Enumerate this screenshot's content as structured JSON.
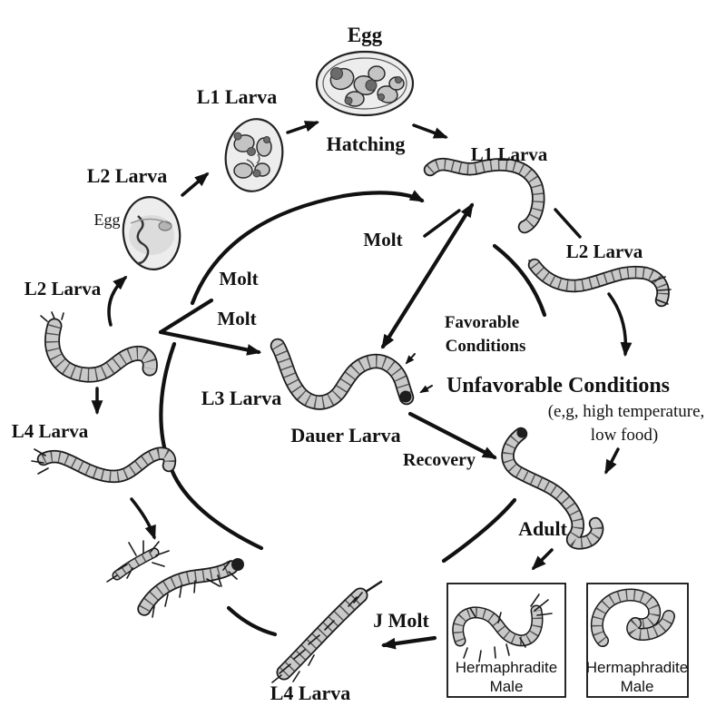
{
  "labels": {
    "egg_title": "Egg",
    "l1_larva_top": "L1 Larva",
    "hatching": "Hatching",
    "l1_larva_right": "L1 Larva",
    "l2_larva_right": "L2 Larva",
    "l2_larva_upper_left": "L2 Larva",
    "egg_small": "Egg",
    "l2_larva_left": "L2 Larva",
    "molt_top": "Molt",
    "molt_middle": "Molt",
    "molt_lower": "Molt",
    "l3_larva": "L3 Larva",
    "dauer_larva": "Dauer Larva",
    "favorable_line1": "Favorable",
    "favorable_line2": "Conditions",
    "unfavorable_conditions": "Unfavorable Conditions",
    "unfavorable_detail_line1": "(e,g, high temperature,",
    "unfavorable_detail_line2": "low food)",
    "recovery": "Recovery",
    "adult": "Adult",
    "l4_larva_left": "L4 Larva",
    "l4_larva_bottom": "L4 Larva",
    "j_molt": "J Molt",
    "hermaphrodite_box1_line1": "Hermaphradite",
    "hermaphrodite_box1_line2": "Male",
    "hermaphrodite_box2_line1": "Hermaphradite",
    "hermaphrodite_box2_line2": "Male"
  },
  "colors": {
    "ink": "#111111",
    "worm_body": "#c9c9c9",
    "worm_band": "#4f4f4f",
    "egg_fill": "#ededed",
    "cell_fill": "#c4c4c4",
    "nucleus": "#6b6b6b",
    "background": "#ffffff"
  }
}
